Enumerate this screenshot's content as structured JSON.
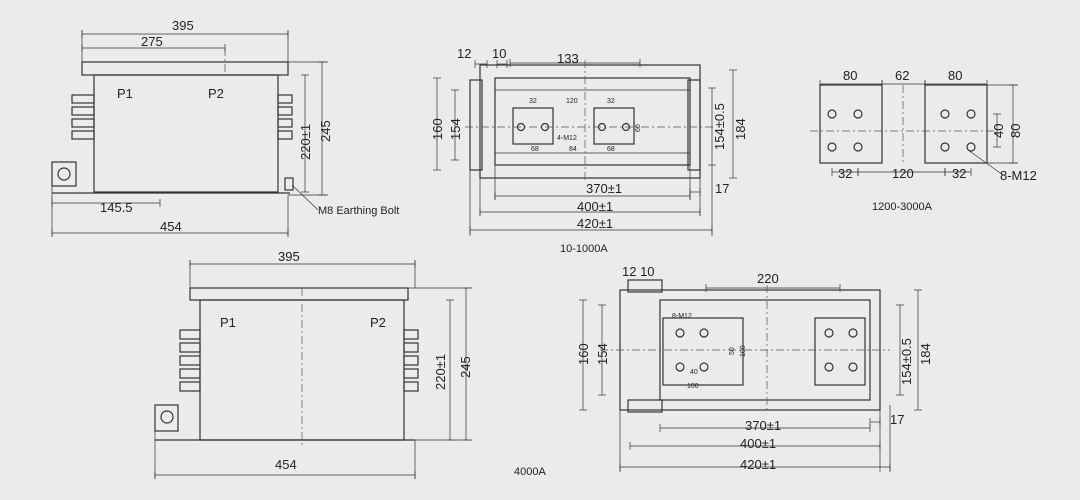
{
  "front_view_small": {
    "width_overall": "395",
    "width_p2": "275",
    "p1": "P1",
    "p2": "P2",
    "height_inner": "220±1",
    "height_overall": "245",
    "bolt_offset": "145.5",
    "base_length": "454",
    "earthing_bolt": "M8 Earthing Bolt"
  },
  "plan_10_1000A": {
    "d12": "12",
    "d10": "10",
    "d133": "133",
    "d160": "160",
    "d154": "154",
    "d32a": "32",
    "d120": "120",
    "d32b": "32",
    "thread": "4-M12",
    "d60": "60",
    "d68a": "68",
    "d84": "84",
    "d68b": "68",
    "d154tol": "154±0.5",
    "d184": "184",
    "d370": "370±1",
    "d17": "17",
    "d400": "400±1",
    "d420": "420±1",
    "caption": "10-1000A"
  },
  "terminal_1200_3000A": {
    "d80a": "80",
    "d62": "62",
    "d80b": "80",
    "d40": "40",
    "d80c": "80",
    "d32a": "32",
    "d120": "120",
    "d32b": "32",
    "thread": "8-M12",
    "caption": "1200-3000A"
  },
  "front_view_4000A": {
    "width_overall": "395",
    "p1": "P1",
    "p2": "P2",
    "height_inner": "220±1",
    "height_overall": "245",
    "base_length": "454",
    "caption": "4000A"
  },
  "plan_4000A": {
    "d12_10": "12 10",
    "d220": "220",
    "d160": "160",
    "d154": "154",
    "thread": "8-M12",
    "d50": "50",
    "d100v": "100",
    "d40": "40",
    "d100h": "100",
    "d154tol": "154±0.5",
    "d184": "184",
    "d370": "370±1",
    "d17": "17",
    "d400": "400±1",
    "d420": "420±1"
  }
}
